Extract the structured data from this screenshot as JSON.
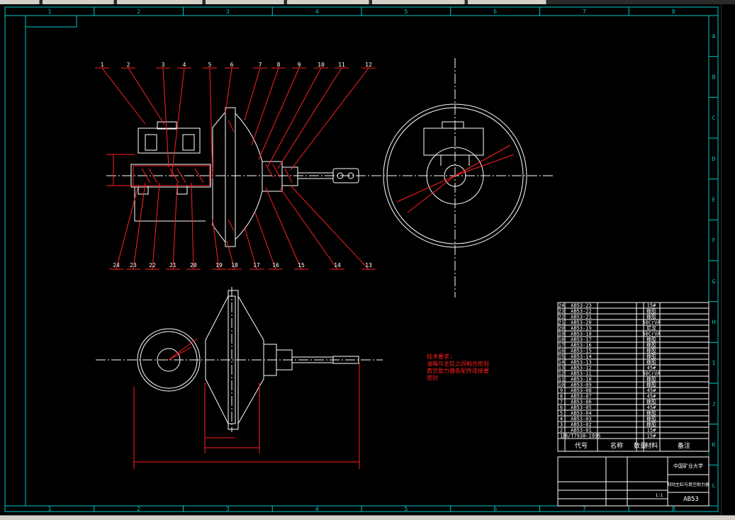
{
  "border": {
    "columns": [
      "1",
      "2",
      "3",
      "4",
      "5",
      "6",
      "7",
      "8"
    ],
    "rows": [
      "A",
      "B",
      "C",
      "D",
      "E",
      "F",
      "G",
      "H",
      "I",
      "J",
      "K",
      "L"
    ]
  },
  "balloons_top": [
    "1",
    "2",
    "3",
    "4",
    "5",
    "6",
    "7",
    "8",
    "9",
    "10",
    "11",
    "12"
  ],
  "balloons_bottom": [
    "24",
    "23",
    "22",
    "21",
    "20",
    "19",
    "18",
    "17",
    "16",
    "15",
    "14",
    "13"
  ],
  "notes": {
    "title": "技术要求:",
    "lines": [
      "油箱与主缸之间粘合密封",
      "真空助力器各配件连接要",
      "密封"
    ]
  },
  "bom": [
    {
      "no": "24",
      "code": "AB53-23",
      "mat": "15#"
    },
    {
      "no": "23",
      "code": "AB53-22",
      "mat": "橡胶"
    },
    {
      "no": "22",
      "code": "AB53-21",
      "mat": "橡胶"
    },
    {
      "no": "21",
      "code": "AB53-20",
      "mat": "50CrVA"
    },
    {
      "no": "20",
      "code": "AB53-19",
      "mat": "尼龙"
    },
    {
      "no": "19",
      "code": "AB53-18",
      "mat": "50CrVA"
    },
    {
      "no": "18",
      "code": "AB53-17",
      "mat": "橡胶"
    },
    {
      "no": "17",
      "code": "AB53-16",
      "mat": "橡胶"
    },
    {
      "no": "16",
      "code": "AB53-15",
      "mat": "橡胶"
    },
    {
      "no": "15",
      "code": "AB53-14",
      "mat": "橡胶"
    },
    {
      "no": "14",
      "code": "AB53-13",
      "mat": "橡胶"
    },
    {
      "no": "13",
      "code": "AB53-12",
      "mat": "45#"
    },
    {
      "no": "12",
      "code": "AB53-11",
      "mat": "50CrVA"
    },
    {
      "no": "11",
      "code": "AB53-10",
      "mat": "橡胶"
    },
    {
      "no": "10",
      "code": "AB53-09",
      "mat": "橡胶"
    },
    {
      "no": "9",
      "code": "AB53-08",
      "mat": "45#"
    },
    {
      "no": "8",
      "code": "AB53-07",
      "mat": "45#"
    },
    {
      "no": "7",
      "code": "AB53-06",
      "mat": "橡胶"
    },
    {
      "no": "6",
      "code": "AB53-05",
      "mat": "45#"
    },
    {
      "no": "5",
      "code": "AB53-04",
      "mat": "橡胶"
    },
    {
      "no": "4",
      "code": "AB53-03",
      "mat": "橡胶"
    },
    {
      "no": "3",
      "code": "AB53-02",
      "mat": "橡胶"
    },
    {
      "no": "2",
      "code": "AB53-01",
      "mat": "15#"
    },
    {
      "no": "1",
      "code": "JB/T7938-1995",
      "mat": "15#"
    }
  ],
  "bom_header": {
    "code": "代号",
    "name": "名称",
    "qty": "数量",
    "mat": "材料",
    "remark": "备注"
  },
  "title_block": {
    "university": "中国矿业大学",
    "drawing_title": "制动主缸与真空助力器",
    "drawing_no": "AB53",
    "scale": "1:1"
  },
  "colors": {
    "border": "#00c8c8",
    "outline": "#ffffff",
    "hatch": "#ff2020"
  }
}
